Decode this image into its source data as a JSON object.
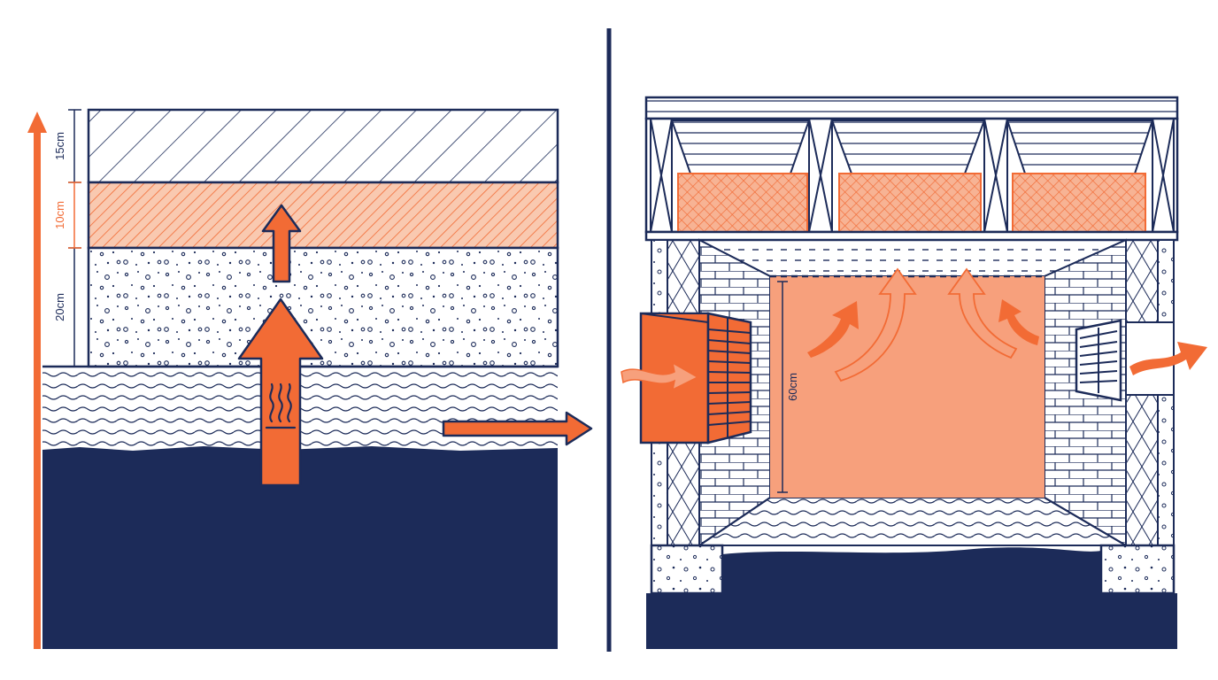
{
  "colors": {
    "navy": "#1c2b59",
    "orange": "#f26b35",
    "salmon": "#f7a07c",
    "light_orange": "#f9c9b0",
    "white": "#ffffff"
  },
  "left_panel": {
    "dimensions": [
      {
        "label": "15cm",
        "layer": "top-hatched-layer"
      },
      {
        "label": "10cm",
        "layer": "insulation-layer"
      },
      {
        "label": "20cm",
        "layer": "gravel-layer"
      }
    ],
    "heat_symbol": "heat-waves-icon"
  },
  "right_panel": {
    "dimension": {
      "label": "60cm"
    },
    "icons": [
      "louvered-vent-icon",
      "airflow-arrow-icon",
      "rising-air-arrow-icon"
    ]
  }
}
